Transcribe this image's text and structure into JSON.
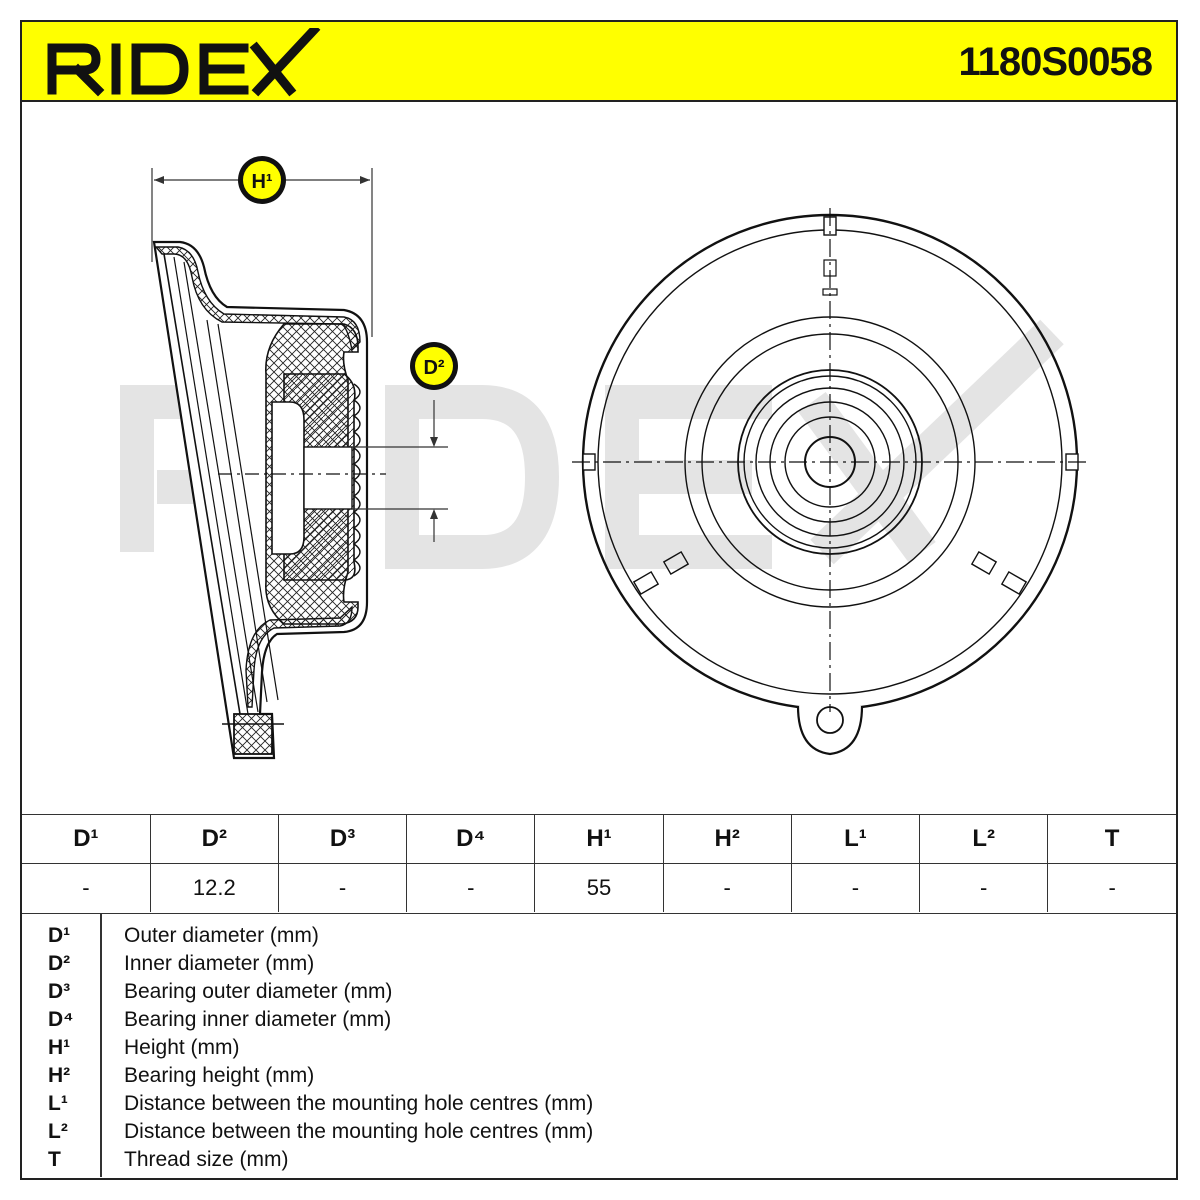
{
  "header": {
    "brand": "RIDEX",
    "part_number": "1180S0058",
    "background_color": "#ffff00"
  },
  "drawing": {
    "labels": {
      "h1": "H¹",
      "d2": "D²"
    },
    "watermark": "RIDEX"
  },
  "spec_table": {
    "columns": [
      "D¹",
      "D²",
      "D³",
      "D⁴",
      "H¹",
      "H²",
      "L¹",
      "L²",
      "T"
    ],
    "values": [
      "-",
      "12.2",
      "-",
      "-",
      "55",
      "-",
      "-",
      "-",
      "-"
    ]
  },
  "legend": [
    {
      "symbol": "D¹",
      "description": "Outer diameter (mm)"
    },
    {
      "symbol": "D²",
      "description": "Inner diameter (mm)"
    },
    {
      "symbol": "D³",
      "description": "Bearing outer diameter (mm)"
    },
    {
      "symbol": "D⁴",
      "description": "Bearing inner diameter (mm)"
    },
    {
      "symbol": "H¹",
      "description": "Height (mm)"
    },
    {
      "symbol": "H²",
      "description": "Bearing height (mm)"
    },
    {
      "symbol": "L¹",
      "description": "Distance between the mounting hole centres (mm)"
    },
    {
      "symbol": "L²",
      "description": "Distance between the mounting hole centres (mm)"
    },
    {
      "symbol": "T",
      "description": "Thread size (mm)"
    }
  ]
}
